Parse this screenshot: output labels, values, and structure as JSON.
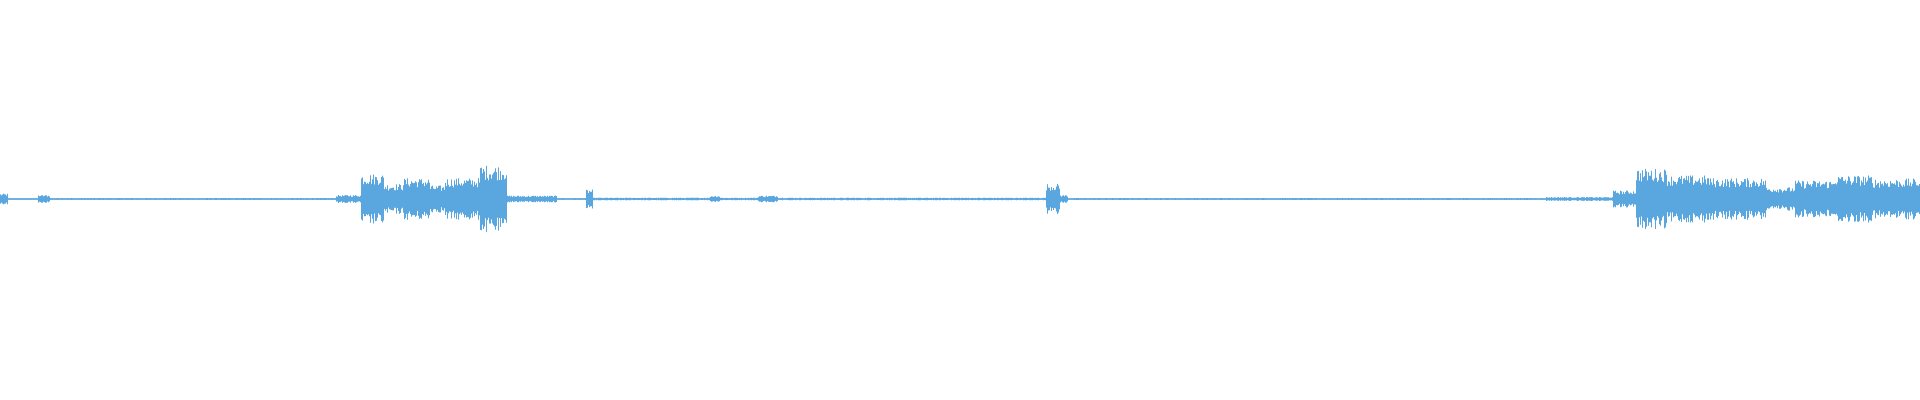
{
  "waveform": {
    "color": "#5aa7e0",
    "background": "#ffffff",
    "peak_scale": 34,
    "duration_fraction_start": 0,
    "duration_fraction_end": 1,
    "segments": [
      {
        "start": 0.0,
        "end": 0.004,
        "amp": 0.16
      },
      {
        "start": 0.004,
        "end": 0.02,
        "amp": 0.02
      },
      {
        "start": 0.02,
        "end": 0.026,
        "amp": 0.12
      },
      {
        "start": 0.026,
        "end": 0.175,
        "amp": 0.03
      },
      {
        "start": 0.175,
        "end": 0.188,
        "amp": 0.12
      },
      {
        "start": 0.188,
        "end": 0.2,
        "amp": 0.75
      },
      {
        "start": 0.2,
        "end": 0.21,
        "amp": 0.45
      },
      {
        "start": 0.21,
        "end": 0.224,
        "amp": 0.62
      },
      {
        "start": 0.224,
        "end": 0.232,
        "amp": 0.4
      },
      {
        "start": 0.232,
        "end": 0.25,
        "amp": 0.62
      },
      {
        "start": 0.25,
        "end": 0.264,
        "amp": 1.0
      },
      {
        "start": 0.264,
        "end": 0.29,
        "amp": 0.1
      },
      {
        "start": 0.29,
        "end": 0.305,
        "amp": 0.03
      },
      {
        "start": 0.305,
        "end": 0.309,
        "amp": 0.28
      },
      {
        "start": 0.309,
        "end": 0.37,
        "amp": 0.04
      },
      {
        "start": 0.37,
        "end": 0.375,
        "amp": 0.1
      },
      {
        "start": 0.375,
        "end": 0.395,
        "amp": 0.04
      },
      {
        "start": 0.395,
        "end": 0.405,
        "amp": 0.1
      },
      {
        "start": 0.405,
        "end": 0.545,
        "amp": 0.04
      },
      {
        "start": 0.545,
        "end": 0.552,
        "amp": 0.45
      },
      {
        "start": 0.552,
        "end": 0.556,
        "amp": 0.12
      },
      {
        "start": 0.556,
        "end": 0.805,
        "amp": 0.03
      },
      {
        "start": 0.805,
        "end": 0.84,
        "amp": 0.06
      },
      {
        "start": 0.84,
        "end": 0.852,
        "amp": 0.25
      },
      {
        "start": 0.852,
        "end": 0.868,
        "amp": 0.9
      },
      {
        "start": 0.868,
        "end": 0.89,
        "amp": 0.7
      },
      {
        "start": 0.89,
        "end": 0.92,
        "amp": 0.62
      },
      {
        "start": 0.92,
        "end": 0.935,
        "amp": 0.35
      },
      {
        "start": 0.935,
        "end": 0.955,
        "amp": 0.55
      },
      {
        "start": 0.955,
        "end": 0.975,
        "amp": 0.7
      },
      {
        "start": 0.975,
        "end": 1.0,
        "amp": 0.6
      }
    ]
  }
}
